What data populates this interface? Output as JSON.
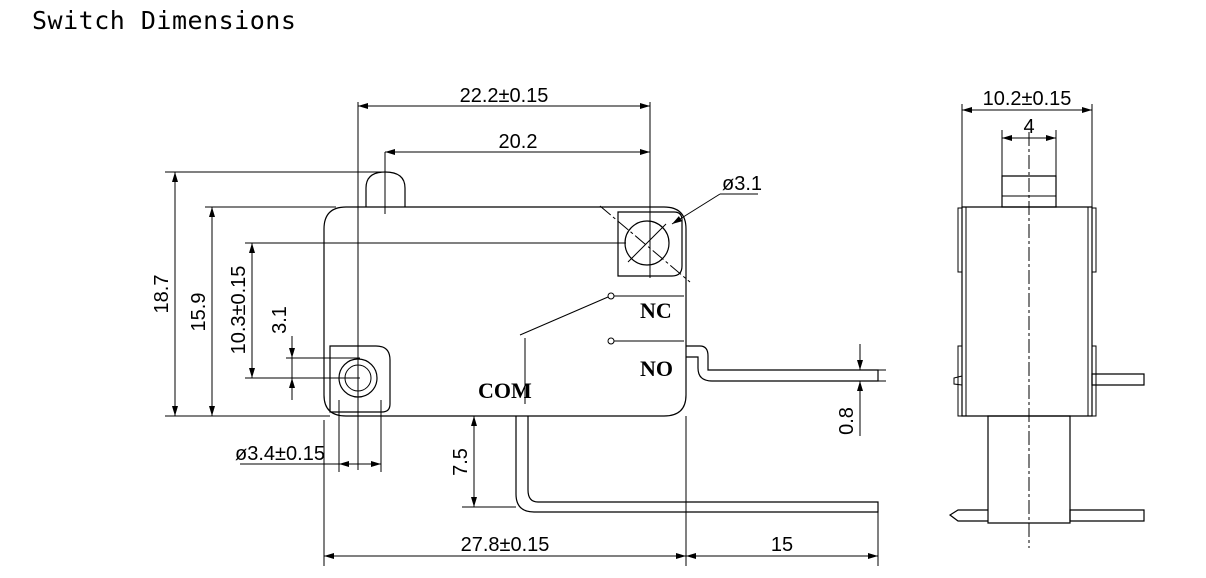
{
  "title": "Switch Dimensions",
  "front_view": {
    "dims": {
      "overall_pin_span": "22.2±0.15",
      "plunger_to_hole": "20.2",
      "hole_dia_small": "ø3.1",
      "height_total": "18.7",
      "height_body": "15.9",
      "hole_vertical_spacing": "10.3±0.15",
      "hole_offset": "3.1",
      "hole_dia_large": "ø3.4±0.15",
      "com_pin_length": "7.5",
      "body_length": "27.8±0.15",
      "terminal_length": "15",
      "terminal_thickness": "0.8"
    },
    "labels": {
      "nc": "NC",
      "no": "NO",
      "com": "COM"
    }
  },
  "side_view": {
    "dims": {
      "body_width": "10.2±0.15",
      "plunger_width": "4"
    }
  }
}
